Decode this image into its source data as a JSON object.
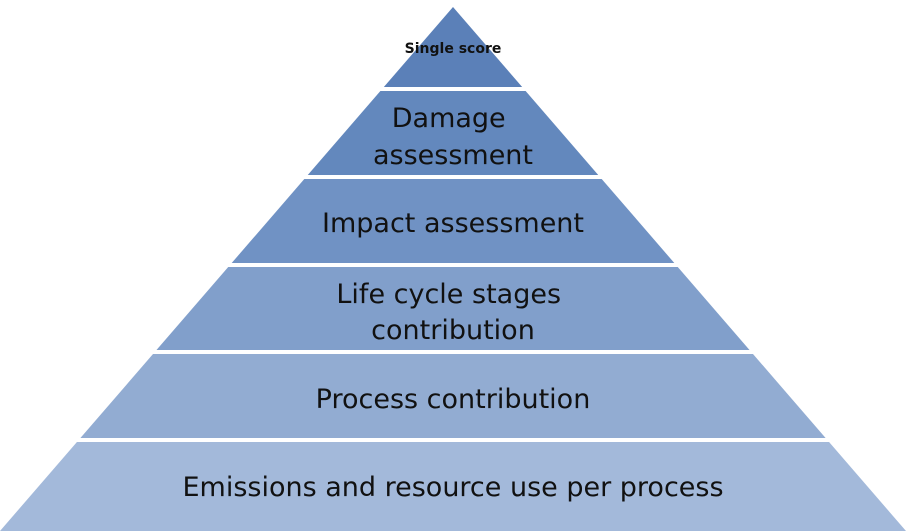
{
  "layers": [
    {
      "lines": [
        "Single score"
      ],
      "color": "#5b80b8"
    },
    {
      "lines": [
        "Damage",
        "assessment"
      ],
      "color": "#6388bd"
    },
    {
      "lines": [
        "Impact assessment"
      ],
      "color": "#7092c4"
    },
    {
      "lines": [
        "Life cycle stages",
        "contribution"
      ],
      "color": "#819fcb"
    },
    {
      "lines": [
        "Process contribution"
      ],
      "color": "#92acd2"
    },
    {
      "lines": [
        "Emissions and resource use per process"
      ],
      "color": "#a3b9da"
    }
  ],
  "separator_color": "#ffffff"
}
